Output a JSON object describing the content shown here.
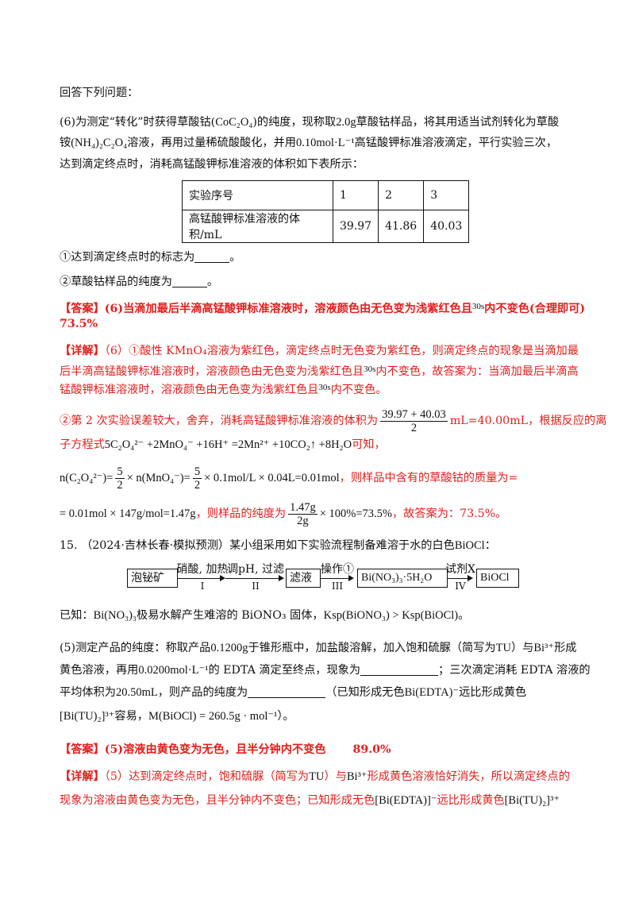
{
  "intro": "回答下列问题：",
  "q6": {
    "l1_a": "(6)为测定“转化”时获得草酸钴(",
    "l1_formula": "CoC₂O₄",
    "l1_b": ")的纯度，现称取",
    "l1_mass": "2.0g",
    "l1_c": "草酸钴样品，将其用适当试剂转化为草酸",
    "l2_a": "铵",
    "l2_formula": "(NH₄)₂C₂O₄",
    "l2_b": "溶液，再用过量稀硫酸酸化，并用",
    "l2_conc": "0.10mol·L⁻¹",
    "l2_c": "高锰酸钾标准溶液滴定，平行实验三次，",
    "l3": "达到滴定终点时，消耗高锰酸钾标准溶液的体积如下表所示：",
    "table": {
      "header": [
        "实验序号",
        "1",
        "2",
        "3"
      ],
      "row_label": "高锰酸钾标准溶液的体积/mL",
      "values": [
        "39.97",
        "41.86",
        "40.03"
      ]
    },
    "sub1": "①达到滴定终点时的标志为",
    "sub1_end": "。",
    "sub2": "②草酸钴样品的纯度为",
    "sub2_end": "。"
  },
  "ans6": {
    "tag": "【答案】",
    "text_a": "(6)当滴加最后半滴高锰酸钾标准溶液时，溶液颜色由无色变为浅紫红色且",
    "t": "30s",
    "text_b": "内不变色(合理即可)",
    "text_c": "73.5%"
  },
  "detail6": {
    "tag": "【详解】",
    "l1": "（6）①酸性 KMnO₄溶液为紫红色，滴定终点时无色变为紫红色，则滴定终点的现象是当滴加最",
    "l2_a": "后半滴高锰酸钾标准溶液时，溶液颜色由无色变为浅紫红色且",
    "l2_t": "30s",
    "l2_b": "内不变色，故答案为：当滴加最后半滴高",
    "l3_a": "锰酸钾标准溶液时，溶液颜色由无色变为浅紫红色且",
    "l3_t": "30s",
    "l3_b": "内不变色。",
    "l4_a": "②第 2 次实验误差较大，舍弃，消耗高锰酸钾标准溶液的体积为",
    "l4_num": "39.97 + 40.03",
    "l4_den": "2",
    "l4_b": "mL=40.00mL，根据反应的离",
    "l5_a": "子方程式",
    "l5_eq": "5C₂O₄²⁻ +2MnO₄⁻ +16H⁺ =2Mn²⁺ +10CO₂↑ +8H₂O",
    "l5_b": "可知，",
    "l6_eq_a": "n(C₂O₄²⁻)=",
    "l6_f1_num": "5",
    "l6_f1_den": "2",
    "l6_eq_b": "× n(MnO₄⁻)=",
    "l6_f2_num": "5",
    "l6_f2_den": "2",
    "l6_eq_c": "× 0.1mol/L × 0.04L=0.01mol",
    "l6_b": "，则样品中含有的草酸钴的质量为=",
    "l7_eq": "= 0.01mol × 147g/mol=1.47g",
    "l7_a": "，则样品的纯度为",
    "l7_num": "1.47g",
    "l7_den": "2g",
    "l7_eq_b": "× 100%=73.5%",
    "l7_b": "，故答案为：73.5%。"
  },
  "q15": {
    "head_a": "15.  （2024·吉林长春·模拟预测）某小组采用如下实验流程制备难溶于水的白色",
    "head_formula": "BiOCl",
    "head_b": "：",
    "flow": {
      "boxes": [
        "泡铋矿",
        "滤液",
        "Bi(NO₃)₃·5H₂O",
        "BiOCl"
      ],
      "steps": [
        "硝酸, 加热",
        "调pH, 过滤",
        "操作①",
        "试剂X"
      ],
      "roman": [
        "I",
        "II",
        "III",
        "IV"
      ]
    },
    "known_a": "已知：",
    "known_f": "Bi(NO₃)₃",
    "known_b": "极易水解产生难溶的 BiONO₃ 固体，",
    "known_ksp": "Ksp(BiONO₃) > Ksp(BiOCl)",
    "known_c": "。",
    "p5_l1_a": "(5)测定产品的纯度：称取产品",
    "p5_l1_m": "0.1200g",
    "p5_l1_b": "于锥形瓶中，加盐酸溶解，加入饱和硫脲（简写为",
    "p5_tu": "TU",
    "p5_l1_c": "）与",
    "p5_bi": "Bi³⁺",
    "p5_l1_d": "形成",
    "p5_l2_a": "黄色溶液，再用",
    "p5_l2_c": "0.0200mol·L⁻¹",
    "p5_l2_b": "的 EDTA 滴定至终点，现象为",
    "p5_l2_d": "；三次滴定消耗 EDTA 溶液的",
    "p5_l3_a": "平均体积为",
    "p5_l3_v": "20.50mL",
    "p5_l3_b": "，则产品的纯度为",
    "p5_l3_c": "（已知形成无色",
    "p5_edta": "Bi(EDTA)⁻",
    "p5_l3_d": "远比形成黄色",
    "p5_l4_f": "[Bi(TU)₂]³⁺",
    "p5_l4_a": "容易，",
    "p5_l4_m": "M(BiOCl) = 260.5g · mol⁻¹",
    "p5_l4_b": "）。"
  },
  "ans5": {
    "tag": "【答案】",
    "text": "(5)溶液由黄色变为无色，且半分钟内不变色",
    "value": "89.0%"
  },
  "detail5": {
    "tag": "【详解】",
    "l1_a": "（5）达到滴定终点时，饱和硫脲（简写为",
    "l1_tu": "TU",
    "l1_b": "）与",
    "l1_bi": "Bi³⁺",
    "l1_c": "形成黄色溶液恰好消失，所以滴定终点的",
    "l2_a": "现象为溶液由黄色变为无色，且半分钟内不变色；已知形成无色",
    "l2_f1": "[Bi(EDTA)]⁻",
    "l2_b": "远比形成黄色",
    "l2_f2": "[Bi(TU)₂]³⁺"
  }
}
